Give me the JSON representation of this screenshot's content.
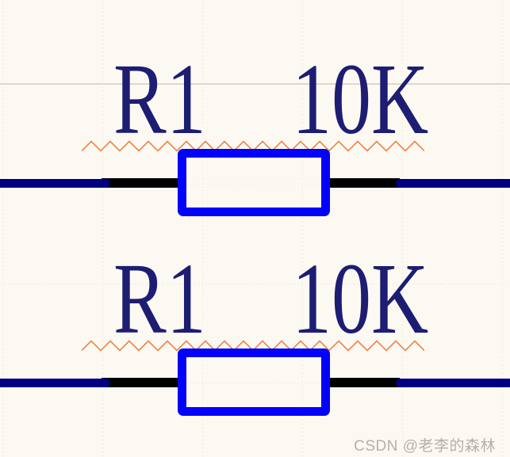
{
  "colors": {
    "background": "#FCF9F2",
    "wire": "#000080",
    "pin": "#000000",
    "body_outline": "#0202FA",
    "label_text": "#1D1D73",
    "error_squiggle": "#ED8546",
    "grid_dot": "#E3DFD4",
    "grid_solid": "#DBD8D1",
    "watermark": "#B5B0AA"
  },
  "schematic": {
    "resistors": [
      {
        "designator": "R1",
        "value": "10K"
      },
      {
        "designator": "R1",
        "value": "10K"
      }
    ]
  },
  "watermark": {
    "text": "CSDN @老李的森林"
  }
}
